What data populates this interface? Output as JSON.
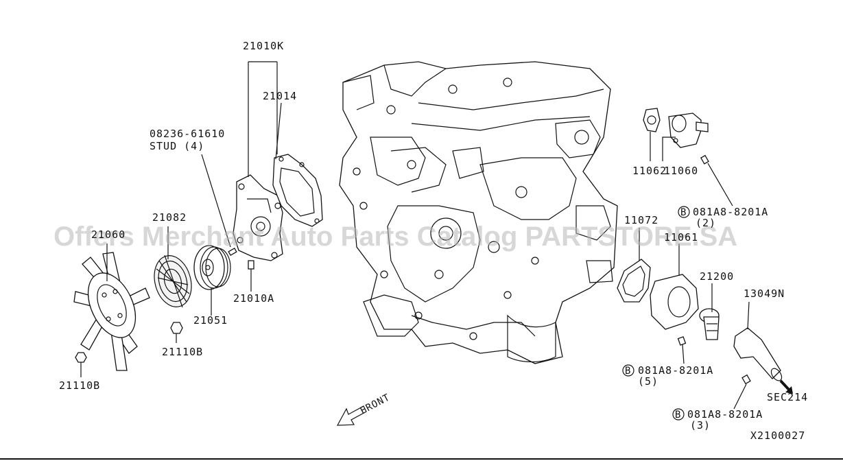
{
  "watermark": "Offers Merchant Auto Parts Catalog PARTSTORE.SA",
  "diagram_code": "X2100027",
  "front_label": "FRONT",
  "bolt_symbol": "B",
  "labels": {
    "p21010K": "21010K",
    "p21014": "21014",
    "stud_part": "08236-61610",
    "stud_desc": "STUD (4)",
    "p21082": "21082",
    "p21060": "21060",
    "p21051": "21051",
    "p21010A": "21010A",
    "p21110B_a": "21110B",
    "p21110B_b": "21110B",
    "p11062": "11062",
    "p11060": "11060",
    "bolt1_part": "081A8-8201A",
    "bolt1_qty": "(2)",
    "p11072": "11072",
    "p11061": "11061",
    "p21200": "21200",
    "p13049N": "13049N",
    "bolt2_part": "081A8-8201A",
    "bolt2_qty": "(5)",
    "sec_ref": "SEC214",
    "bolt3_part": "081A8-8201A",
    "bolt3_qty": "(3)"
  }
}
